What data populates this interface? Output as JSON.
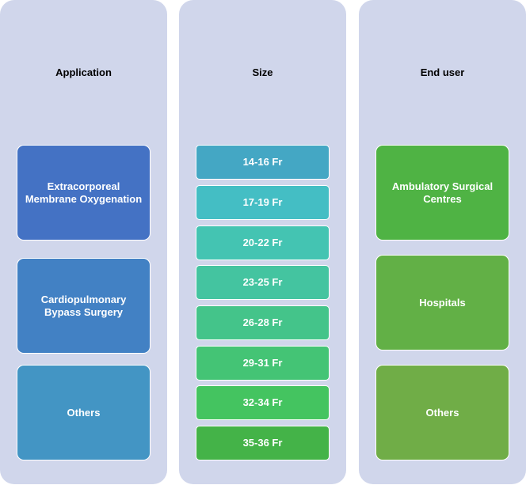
{
  "application": {
    "title": "Application",
    "items": [
      {
        "label": "Extracorporeal Membrane Oxygenation",
        "color": "#4472c4"
      },
      {
        "label": "Cardiopulmonary Bypass Surgery",
        "color": "#4281c4"
      },
      {
        "label": "Others",
        "color": "#4395c4"
      }
    ]
  },
  "size": {
    "title": "Size",
    "items": [
      {
        "label": "14-16 Fr",
        "color": "#44a7c4"
      },
      {
        "label": "17-19 Fr",
        "color": "#44bec4"
      },
      {
        "label": "20-22 Fr",
        "color": "#44c4b2"
      },
      {
        "label": "23-25 Fr",
        "color": "#44c4a0"
      },
      {
        "label": "26-28 Fr",
        "color": "#44c48a"
      },
      {
        "label": "29-31 Fr",
        "color": "#44c475"
      },
      {
        "label": "32-34 Fr",
        "color": "#44c460"
      },
      {
        "label": "35-36 Fr",
        "color": "#44b348"
      }
    ]
  },
  "end_user": {
    "title": "End user",
    "items": [
      {
        "label": "Ambulatory Surgical Centres",
        "color": "#4fb344"
      },
      {
        "label": "Hospitals",
        "color": "#62b046"
      },
      {
        "label": "Others",
        "color": "#70ad47"
      }
    ]
  }
}
